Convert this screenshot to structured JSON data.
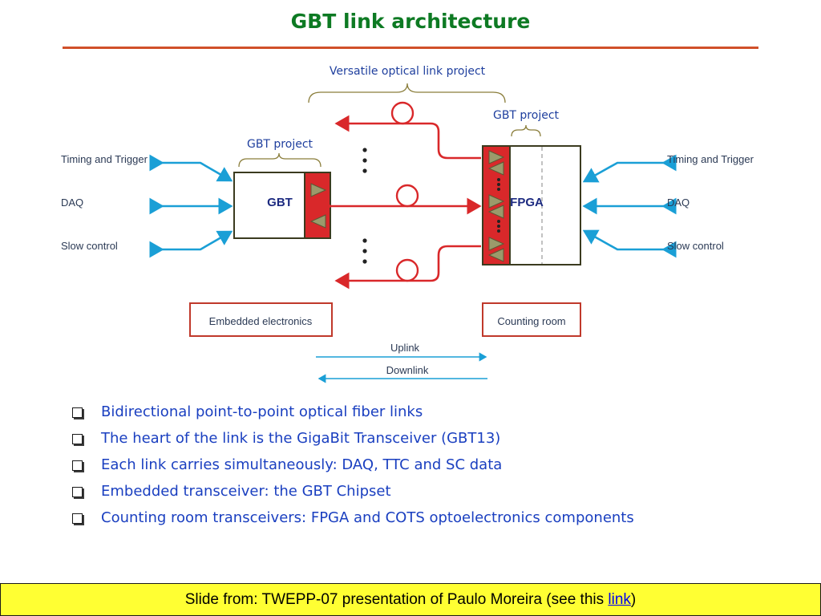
{
  "title": "GBT link architecture",
  "diagram": {
    "brace_top": "Versatile optical link project",
    "brace_left": "GBT project",
    "brace_right": "GBT project",
    "left_signals": [
      "Timing and Trigger",
      "DAQ",
      "Slow control"
    ],
    "right_signals": [
      "Timing and Trigger",
      "DAQ",
      "Slow control"
    ],
    "gbt_label": "GBT",
    "fpga_label": "FPGA",
    "embedded_label": "Embedded electronics",
    "counting_label": "Counting room",
    "uplink_label": "Uplink",
    "downlink_label": "Downlink",
    "colors": {
      "link_red": "#d9282a",
      "signal_blue": "#1a9fd6",
      "box_dark": "#3b3b1f",
      "triangle_olive": "#9b9a6b"
    }
  },
  "bullets": [
    "Bidirectional point-to-point optical fiber links",
    "The heart of the link is the GigaBit Transceiver (GBT13)",
    "Each link carries simultaneously: DAQ, TTC and SC data",
    "Embedded transceiver: the GBT Chipset",
    "Counting room transceivers: FPGA and COTS optoelectronics components"
  ],
  "footer": {
    "prefix": "Slide from: TWEPP-07 presentation of Paulo Moreira (see this ",
    "link_text": "link",
    "suffix": ")"
  }
}
